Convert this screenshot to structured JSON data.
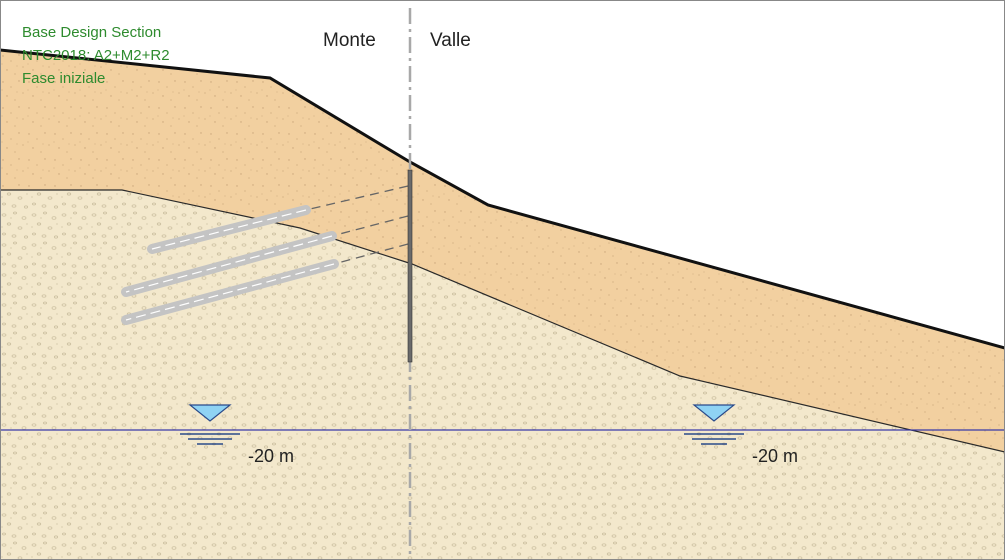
{
  "info": {
    "line1": "Base Design Section",
    "line2": "NTC2018: A2+M2+R2",
    "line3": "Fase iniziale"
  },
  "labels": {
    "upstream": "Monte",
    "downstream": "Valle"
  },
  "water_table": {
    "left_label": "-20 m",
    "right_label": "-20 m"
  },
  "colors": {
    "upper_soil": "#f2d0a0",
    "lower_soil": "#f3e8cc",
    "ground_line": "#111111",
    "water_line": "#3a3aa8",
    "water_symbol": "#8fd3f4",
    "info_text": "#2e8b2e",
    "centerline": "#a8a8a8"
  }
}
